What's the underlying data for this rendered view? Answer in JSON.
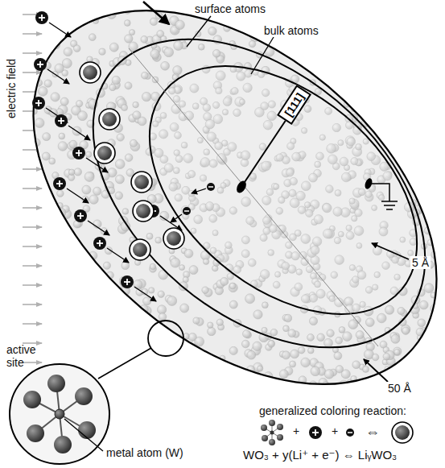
{
  "diagram": {
    "nodes": [
      {
        "text": [
          "[111]"
        ]
      }
    ],
    "labels": [
      "surface atoms",
      "bulk atoms",
      "electric field",
      "5 Å",
      "50 Å",
      "active site",
      "metal atom (W)",
      "generalized coloring reaction:",
      "+",
      "+",
      "⇔",
      "WO₃ + y(Li⁺ + e⁻) ⇔ LiᵧWO₃"
    ]
  }
}
